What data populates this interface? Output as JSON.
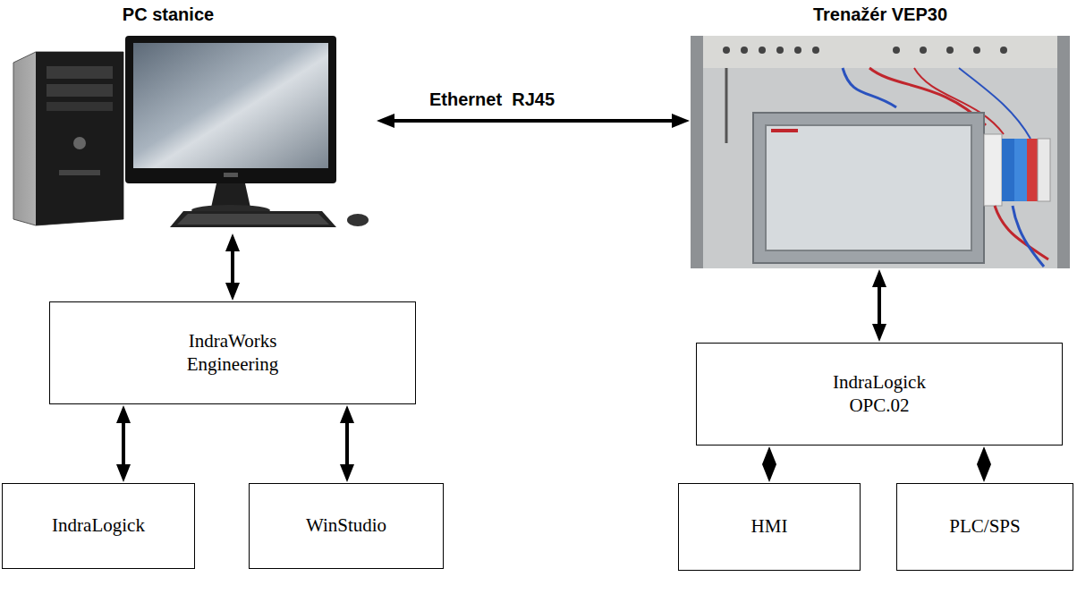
{
  "diagram": {
    "nodes": [
      {
        "text": [
          "PC stanice"
        ]
      },
      {
        "text": [
          "Trenažér VEP30"
        ]
      },
      {
        "text": [
          "IndraWorks Engineering"
        ]
      },
      {
        "text": [
          "IndraLogick OPC.02"
        ]
      },
      {
        "text": [
          "IndraLogick"
        ]
      },
      {
        "text": [
          "WinStudio"
        ]
      },
      {
        "text": [
          "HMI"
        ]
      },
      {
        "text": [
          "PLC/SPS"
        ]
      }
    ],
    "edges": [
      {
        "from": 0,
        "to": 1,
        "arrow": "both",
        "label": "Ethernet  RJ45"
      },
      {
        "from": 0,
        "to": 2,
        "arrow": "both"
      },
      {
        "from": 1,
        "to": 3,
        "arrow": "both"
      },
      {
        "from": 2,
        "to": 4,
        "arrow": "both"
      },
      {
        "from": 2,
        "to": 5,
        "arrow": "both"
      },
      {
        "from": 3,
        "to": 6,
        "arrow": "both"
      },
      {
        "from": 3,
        "to": 7,
        "arrow": "both"
      }
    ]
  }
}
